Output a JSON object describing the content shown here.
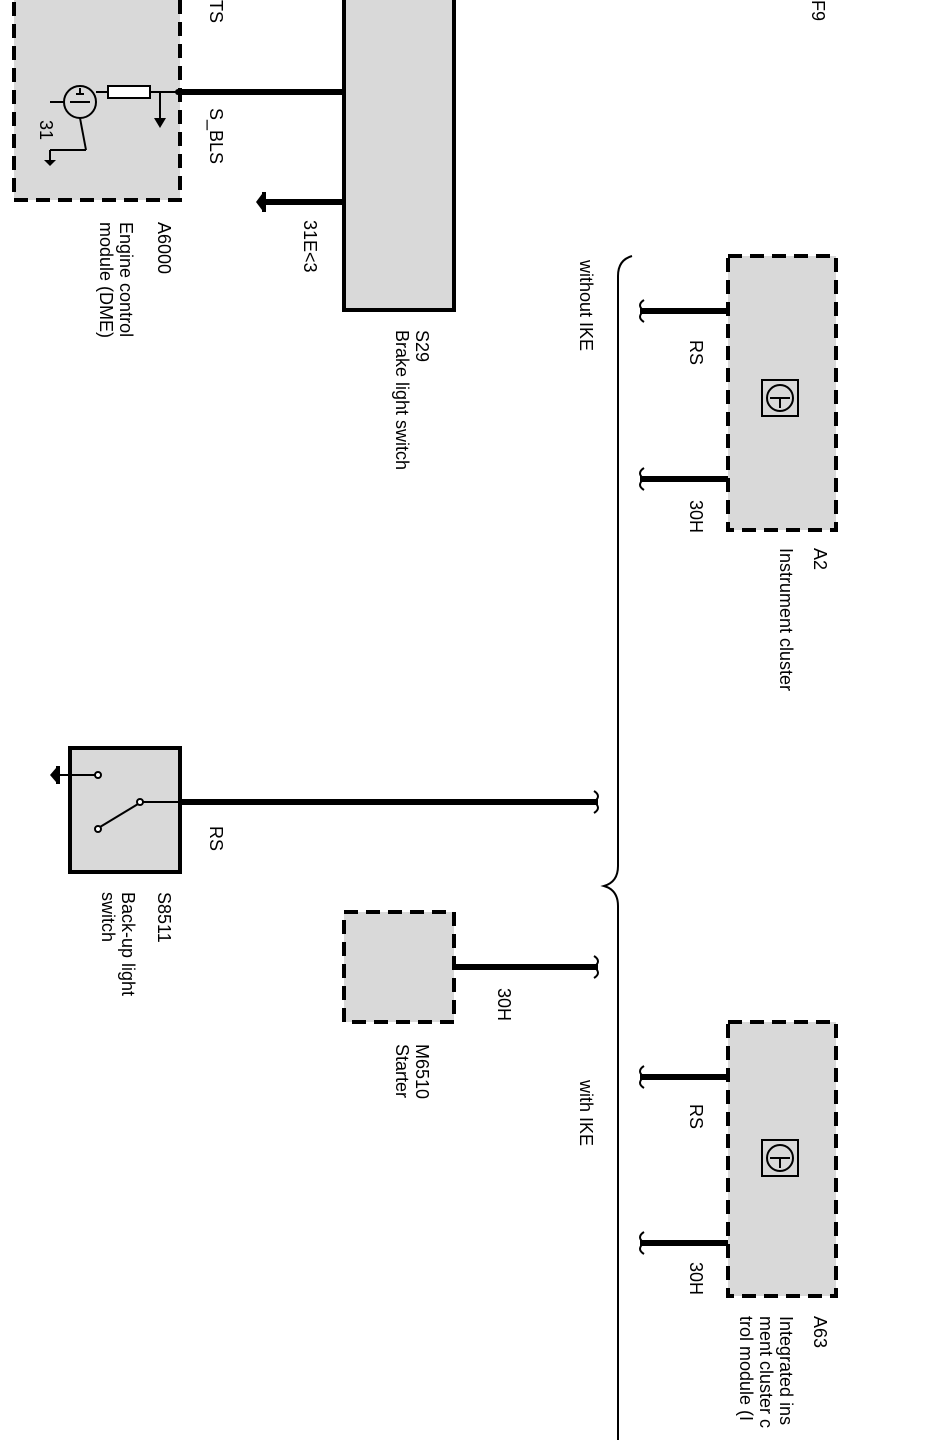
{
  "colors": {
    "component_fill": "#d9d9d9",
    "line": "#000000",
    "background": "#ffffff"
  },
  "labels": {
    "f9": "F9",
    "ts": "TS",
    "s_bls": "S_BLS",
    "ground_31e3": "31E<3",
    "transistor_31": "31",
    "without_ike": "without IKE",
    "with_ike": "with IKE",
    "rs_a2": "RS",
    "h30_a2": "30H",
    "rs_s8511": "RS",
    "h30_m6510": "30H",
    "rs_a63": "RS",
    "h30_a63": "30H"
  },
  "components": {
    "a6000": {
      "id": "A6000",
      "line1": "Engine control",
      "line2": "module (DME)"
    },
    "s29": {
      "id": "S29",
      "line1": "Brake light switch"
    },
    "a2": {
      "id": "A2",
      "line1": "Instrument cluster"
    },
    "s8511": {
      "id": "S8511",
      "line1": "Back-up light",
      "line2": "switch"
    },
    "m6510": {
      "id": "M6510",
      "line1": "Starter"
    },
    "a63": {
      "id": "A63",
      "line1": "Integrated ins",
      "line2": "ment cluster c",
      "line3": "trol module (I"
    }
  },
  "icons": [
    "ground-icon",
    "transistor-icon",
    "resistor-icon",
    "switch-icon",
    "gauge-icon",
    "connector-icon",
    "brace-icon"
  ]
}
